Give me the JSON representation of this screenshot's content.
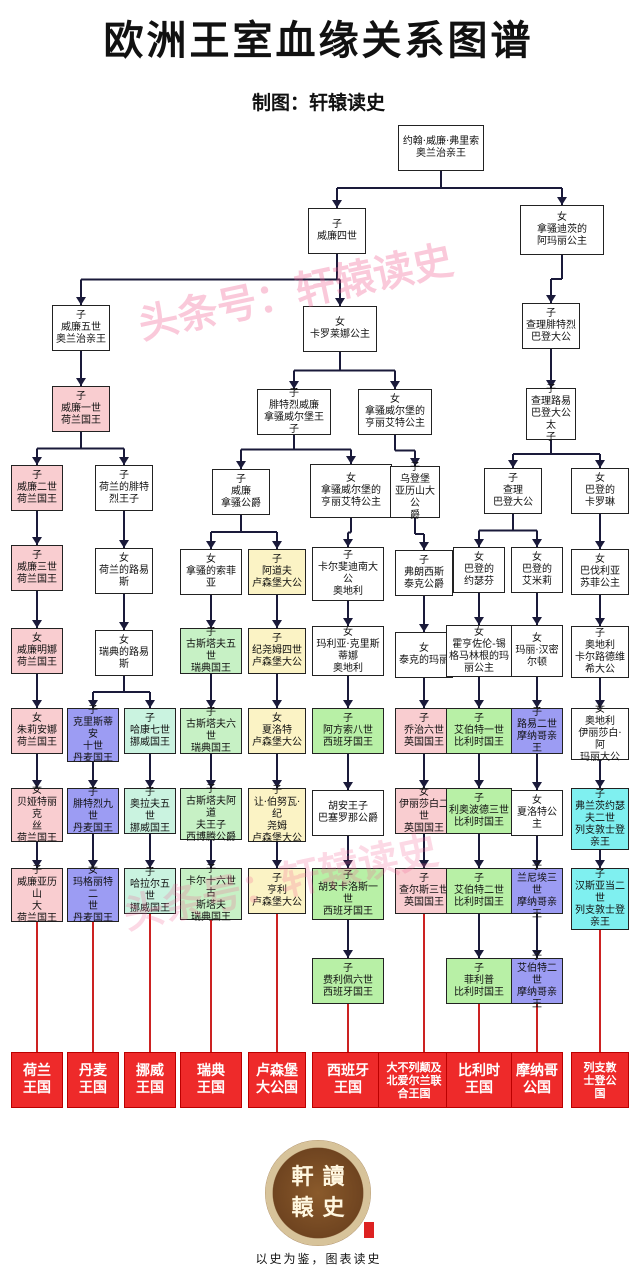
{
  "title": "欧洲王室血缘关系图谱",
  "subtitle": "制图：轩辕读史",
  "watermark": "头条号：轩辕读史",
  "logo_text": [
    "讀",
    "軒",
    "史",
    "轅"
  ],
  "slogan": "以史为鉴，图表读史",
  "colors": {
    "white": "#ffffff",
    "pink": "#f9cdd0",
    "cream": "#fbf3c5",
    "blue": "#9c9cf3",
    "mint": "#caf3e0",
    "green": "#c7f1c5",
    "lime": "#b8f0a6",
    "cyan": "#7ff0f0",
    "country_red": "#ee2a2a",
    "edge_black": "#1a1a3a",
    "edge_red": "#cc2222"
  },
  "nodes": [
    {
      "id": "johan",
      "gender": "",
      "name": "约翰·威廉·弗里索\n奥兰治亲王",
      "color": "white"
    },
    {
      "id": "w4",
      "gender": "子",
      "name": "威廉四世",
      "color": "white"
    },
    {
      "id": "anne",
      "gender": "女",
      "name": "拿骚迪茨的\n阿玛丽公主",
      "color": "white"
    },
    {
      "id": "w5",
      "gender": "子",
      "name": "威廉五世\n奥兰治亲王",
      "color": "white"
    },
    {
      "id": "carolina",
      "gender": "女",
      "name": "卡罗莱娜公主",
      "color": "white"
    },
    {
      "id": "cfp",
      "gender": "子",
      "name": "查理腓特烈\n巴登大公",
      "color": "white"
    },
    {
      "id": "w1",
      "gender": "子",
      "name": "威廉一世\n荷兰国王",
      "color": "pink"
    },
    {
      "id": "fw",
      "gender": "子",
      "name": "腓特烈威廉\n拿骚威尔堡王子",
      "color": "white"
    },
    {
      "id": "henriette",
      "gender": "女",
      "name": "拿骚威尔堡的\n亨丽艾特公主",
      "color": "white"
    },
    {
      "id": "charlesl",
      "gender": "子",
      "name": "查理路易\n巴登大公太\n子",
      "color": "white"
    },
    {
      "id": "w2",
      "gender": "子",
      "name": "威廉二世\n荷兰国王",
      "color": "pink"
    },
    {
      "id": "frederik",
      "gender": "子",
      "name": "荷兰的腓特\n烈王子",
      "color": "white"
    },
    {
      "id": "wduke",
      "gender": "子",
      "name": "威廉\n拿骚公爵",
      "color": "white"
    },
    {
      "id": "henriette2",
      "gender": "女",
      "name": "拿骚威尔堡的\n亨丽艾特公主",
      "color": "white"
    },
    {
      "id": "wilhelm",
      "gender": "子",
      "name": "乌登堡\n亚历山大公\n爵",
      "color": "white"
    },
    {
      "id": "charles",
      "gender": "子",
      "name": "查理\n巴登大公",
      "color": "white"
    },
    {
      "id": "caroline",
      "gender": "女",
      "name": "巴登的\n卡罗琳",
      "color": "white"
    },
    {
      "id": "w3",
      "gender": "子",
      "name": "威廉三世\n荷兰国王",
      "color": "pink"
    },
    {
      "id": "louise",
      "gender": "女",
      "name": "荷兰的路易\n斯",
      "color": "white"
    },
    {
      "id": "sophia",
      "gender": "女",
      "name": "拿骚的索菲亚",
      "color": "white"
    },
    {
      "id": "adolphe",
      "gender": "子",
      "name": "阿道夫\n卢森堡大公",
      "color": "cream"
    },
    {
      "id": "karl",
      "gender": "子",
      "name": "卡尔斐迪南大\n公\n奥地利",
      "color": "white"
    },
    {
      "id": "franz",
      "gender": "子",
      "name": "弗朗西斯\n泰克公爵",
      "color": "white"
    },
    {
      "id": "josephine",
      "gender": "女",
      "name": "巴登的\n约瑟芬",
      "color": "white"
    },
    {
      "id": "amalie",
      "gender": "女",
      "name": "巴登的\n艾米莉",
      "color": "white"
    },
    {
      "id": "elisabeth",
      "gender": "女",
      "name": "巴伐利亚\n苏菲公主",
      "color": "white"
    },
    {
      "id": "emma",
      "gender": "女",
      "name": "威廉明娜\n荷兰国王",
      "color": "pink"
    },
    {
      "id": "louise2",
      "gender": "女",
      "name": "瑞典的路易\n斯",
      "color": "white"
    },
    {
      "id": "g5",
      "gender": "子",
      "name": "古斯塔夫五世\n瑞典国王",
      "color": "green"
    },
    {
      "id": "wil4",
      "gender": "子",
      "name": "纪尧姆四世\n卢森堡大公",
      "color": "cream"
    },
    {
      "id": "maria",
      "gender": "女",
      "name": "玛利亚·克里斯\n蒂娜\n奥地利",
      "color": "white"
    },
    {
      "id": "mary",
      "gender": "女",
      "name": "泰克的玛丽",
      "color": "white"
    },
    {
      "id": "marie",
      "gender": "女",
      "name": "霍亨佐伦-锡\n格马林根的玛\n丽公主",
      "color": "white"
    },
    {
      "id": "ludwig",
      "gender": "女",
      "name": "玛丽·汉密\n尔顿",
      "color": "white"
    },
    {
      "id": "franzk",
      "gender": "子",
      "name": "奥地利\n卡尔路德维\n希大公",
      "color": "white"
    },
    {
      "id": "juliana",
      "gender": "女",
      "name": "朱莉安娜\n荷兰国王",
      "color": "pink"
    },
    {
      "id": "c10",
      "gender": "子",
      "name": "克里斯蒂安\n十世\n丹麦国王",
      "color": "blue"
    },
    {
      "id": "h7",
      "gender": "子",
      "name": "哈康七世\n挪威国王",
      "color": "mint"
    },
    {
      "id": "g6",
      "gender": "子",
      "name": "古斯塔夫六世\n瑞典国王",
      "color": "green"
    },
    {
      "id": "charlotte",
      "gender": "女",
      "name": "夏洛特\n卢森堡大公",
      "color": "cream"
    },
    {
      "id": "a13",
      "gender": "子",
      "name": "阿方索八世\n西班牙国王",
      "color": "lime"
    },
    {
      "id": "g6uk",
      "gender": "子",
      "name": "乔治六世\n英国国王",
      "color": "pink"
    },
    {
      "id": "albert1",
      "gender": "子",
      "name": "艾伯特一世\n比利时国王",
      "color": "lime"
    },
    {
      "id": "louis2",
      "gender": "子",
      "name": "路易二世\n摩纳哥亲王",
      "color": "blue"
    },
    {
      "id": "maria2",
      "gender": "女",
      "name": "奥地利\n伊丽莎白·阿\n玛丽大公",
      "color": "white"
    },
    {
      "id": "beatrix",
      "gender": "女",
      "name": "贝娅特丽克\n丝\n荷兰国王",
      "color": "pink"
    },
    {
      "id": "f9",
      "gender": "子",
      "name": "腓特烈九世\n丹麦国王",
      "color": "blue"
    },
    {
      "id": "o5",
      "gender": "子",
      "name": "奥拉夫五世\n挪威国王",
      "color": "mint"
    },
    {
      "id": "ga",
      "gender": "子",
      "name": "古斯塔夫阿道\n夫王子\n西博腾公爵",
      "color": "green"
    },
    {
      "id": "jean",
      "gender": "子",
      "name": "让·伯努瓦·纪\n尧姆\n卢森堡大公",
      "color": "cream"
    },
    {
      "id": "juanb",
      "gender": "",
      "name": "胡安王子\n巴塞罗那公爵",
      "color": "white"
    },
    {
      "id": "e2",
      "gender": "女",
      "name": "伊丽莎白二世\n英国国王",
      "color": "pink"
    },
    {
      "id": "leopold",
      "gender": "子",
      "name": "利奥波德三世\n比利时国王",
      "color": "lime"
    },
    {
      "id": "charlotte2",
      "gender": "女",
      "name": "夏洛特公主",
      "color": "white"
    },
    {
      "id": "fj2",
      "gender": "子",
      "name": "弗兰茨约瑟\n夫二世\n列支敦士登\n亲王",
      "color": "cyan"
    },
    {
      "id": "wa",
      "gender": "子",
      "name": "威廉亚历山\n大\n荷兰国王",
      "color": "pink"
    },
    {
      "id": "m2",
      "gender": "女",
      "name": "玛格丽特二\n世\n丹麦国王",
      "color": "blue"
    },
    {
      "id": "h5",
      "gender": "子",
      "name": "哈拉尔五世\n挪威国王",
      "color": "mint"
    },
    {
      "id": "c16",
      "gender": "子",
      "name": "卡尔十六世古\n斯塔夫\n瑞典国王",
      "color": "green"
    },
    {
      "id": "henri",
      "gender": "子",
      "name": "亨利\n卢森堡大公",
      "color": "cream"
    },
    {
      "id": "jc1",
      "gender": "子",
      "name": "胡安卡洛斯一\n世\n西班牙国王",
      "color": "lime"
    },
    {
      "id": "c3",
      "gender": "子",
      "name": "查尔斯三世\n英国国王",
      "color": "pink"
    },
    {
      "id": "albert2",
      "gender": "子",
      "name": "艾伯特二世\n比利时国王",
      "color": "lime"
    },
    {
      "id": "r3",
      "gender": "子",
      "name": "兰尼埃三世\n摩纳哥亲王",
      "color": "blue"
    },
    {
      "id": "ha2",
      "gender": "子",
      "name": "汉斯亚当二\n世\n列支敦士登\n亲王",
      "color": "cyan"
    },
    {
      "id": "f6",
      "gender": "子",
      "name": "费利佩六世\n西班牙国王",
      "color": "lime"
    },
    {
      "id": "philippe",
      "gender": "子",
      "name": "菲利普\n比利时国王",
      "color": "lime"
    },
    {
      "id": "a2",
      "gender": "子",
      "name": "艾伯特二世\n摩纳哥亲王",
      "color": "blue"
    }
  ],
  "countries": [
    {
      "id": "nl",
      "name": "荷兰\n王国"
    },
    {
      "id": "dk",
      "name": "丹麦\n王国"
    },
    {
      "id": "no",
      "name": "挪威\n王国"
    },
    {
      "id": "se",
      "name": "瑞典\n王国"
    },
    {
      "id": "lu",
      "name": "卢森堡\n大公国"
    },
    {
      "id": "es",
      "name": "西班牙\n王国"
    },
    {
      "id": "uk",
      "name": "大不列颠及\n北爱尔兰联\n合王国"
    },
    {
      "id": "be",
      "name": "比利时\n王国"
    },
    {
      "id": "mc",
      "name": "摩纳哥\n公国"
    },
    {
      "id": "li",
      "name": "列支敦\n士登公\n国"
    }
  ]
}
